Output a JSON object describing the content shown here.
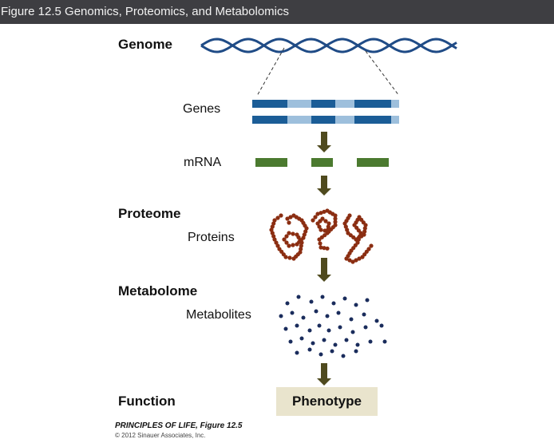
{
  "figure_title": "Figure 12.5  Genomics, Proteomics, and Metabolomics",
  "labels": {
    "genome": "Genome",
    "genes": "Genes",
    "mrna": "mRNA",
    "proteome": "Proteome",
    "proteins": "Proteins",
    "metabolome": "Metabolome",
    "metabolites": "Metabolites",
    "function": "Function",
    "phenotype": "Phenotype"
  },
  "credit": {
    "book": "PRINCIPLES OF LIFE, Figure 12.5",
    "copyright": "© 2012 Sinauer Associates, Inc."
  },
  "colors": {
    "dna_strand": "#1f4b86",
    "gene_dark": "#1b5d97",
    "gene_light": "#9dbfdc",
    "mrna": "#4b7a2f",
    "arrow": "#4f4a1e",
    "protein": "#8b2e12",
    "metabolite": "#1a2c5c",
    "phenotype_box": "#e9e4cd"
  }
}
